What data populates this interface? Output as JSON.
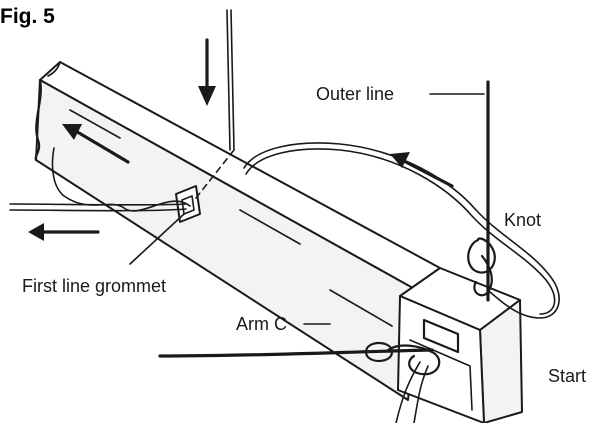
{
  "figure": {
    "title": "Fig. 5"
  },
  "labels": {
    "outer_line": "Outer line",
    "knot": "Knot",
    "first_line_grommet": "First line grommet",
    "arm_c": "Arm C",
    "start": "Start"
  }
}
